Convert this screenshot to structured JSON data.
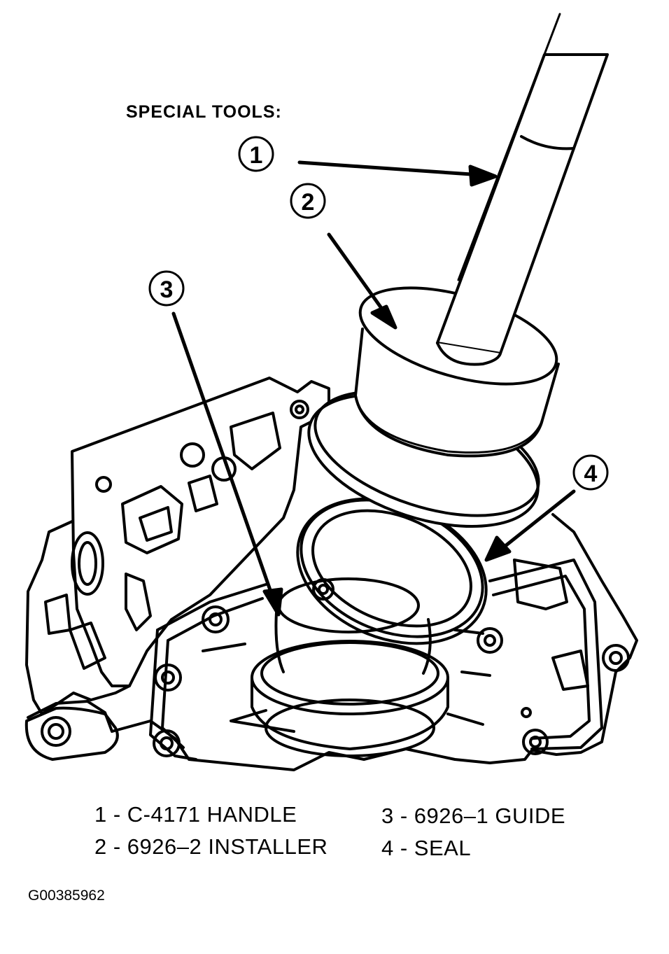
{
  "header": "SPECIAL TOOLS:",
  "callouts": [
    "1",
    "2",
    "3",
    "4"
  ],
  "legend": [
    {
      "label": "1 - C-4171 HANDLE"
    },
    {
      "label": "2 - 6926–2 INSTALLER"
    },
    {
      "label": "3 - 6926–1 GUIDE"
    },
    {
      "label": "4 - SEAL"
    }
  ],
  "figure_code": "G00385962",
  "colors": {
    "ink": "#000000",
    "paper": "#ffffff"
  }
}
